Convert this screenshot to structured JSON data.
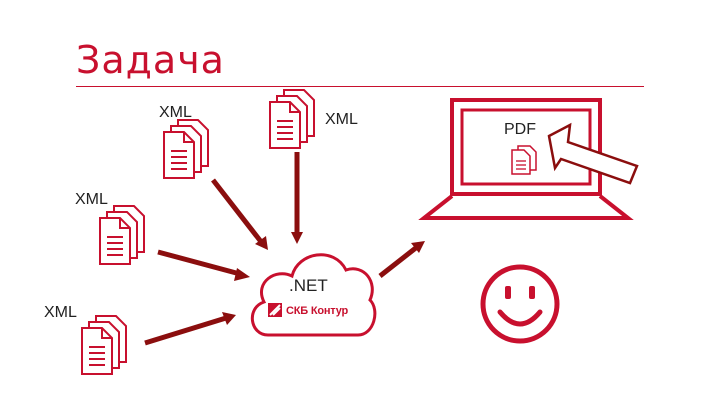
{
  "slide": {
    "title": "Задача"
  },
  "xml_sources": [
    {
      "label": "XML"
    },
    {
      "label": "XML"
    },
    {
      "label": "XML"
    },
    {
      "label": "XML"
    }
  ],
  "cloud": {
    "platform": ".NET",
    "brand": "СКБ Контур"
  },
  "laptop": {
    "screen_label": "PDF"
  },
  "colors": {
    "accent": "#c8102e",
    "arrow": "#8b0e0e",
    "text": "#222222"
  },
  "icons": [
    "document-icon",
    "cloud-icon",
    "laptop-icon",
    "smiley-icon",
    "brand-logo-icon"
  ]
}
